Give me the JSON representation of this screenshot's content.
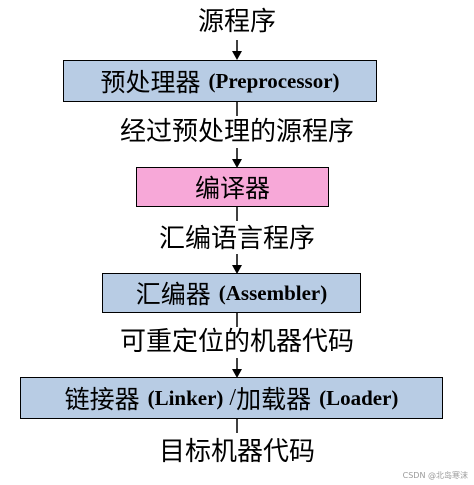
{
  "colors": {
    "box_blue": "#b8cce4",
    "box_pink": "#f7a8d8",
    "arrow": "#000000"
  },
  "diagram": {
    "source": "源程序",
    "preprocessor": {
      "cn": "预处理器",
      "en": "(Preprocessor)"
    },
    "preprocessed_source": "经过预处理的源程序",
    "compiler": "编译器",
    "assembly_program": "汇编语言程序",
    "assembler": {
      "cn": "汇编器",
      "en": "(Assembler)"
    },
    "relocatable_code": "可重定位的机器代码",
    "linker_loader": {
      "cn1": "链接器",
      "en1": "(Linker)",
      "sep": "/",
      "cn2": "加载器",
      "en2": "(Loader)"
    },
    "target_code": "目标机器代码"
  },
  "watermark": "CSDN @北岛寒沫"
}
